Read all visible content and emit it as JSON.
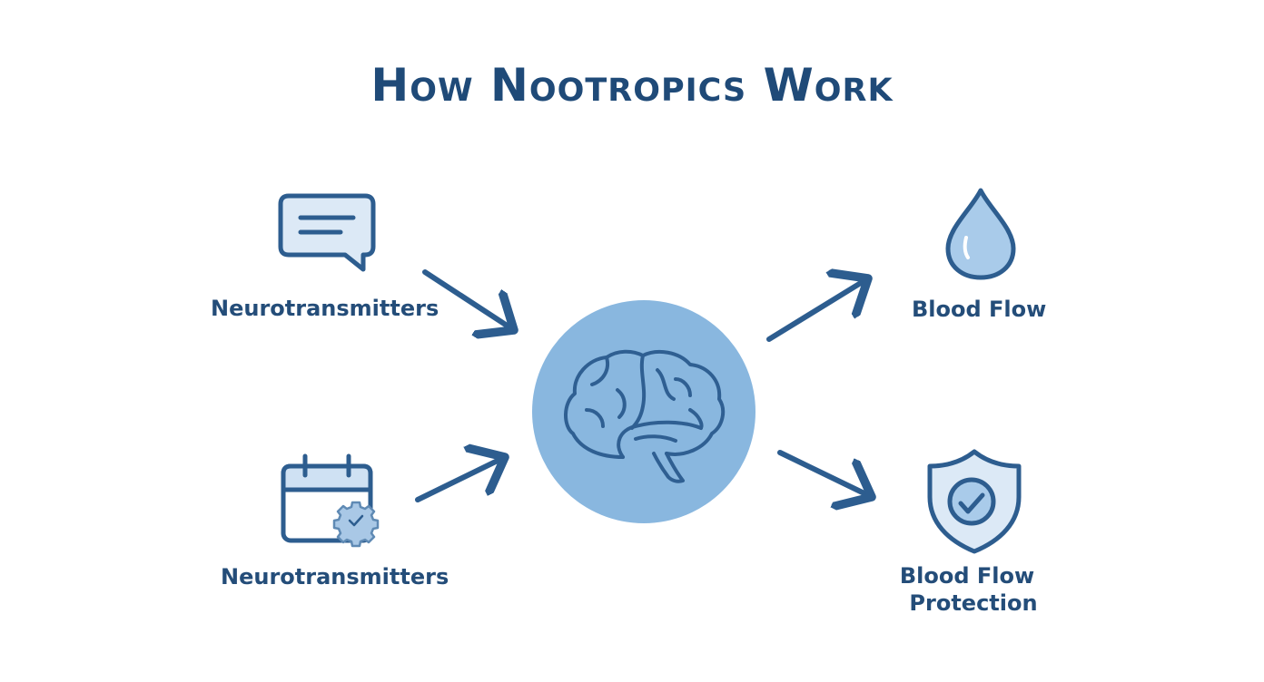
{
  "title": "How Nootropics Work",
  "nodes": {
    "top_left": {
      "label": "Neurotransmitters",
      "icon": "chat-bubble-icon"
    },
    "bottom_left": {
      "label": "Neurotransmitters",
      "icon": "calendar-gear-icon"
    },
    "center": {
      "icon": "brain-icon"
    },
    "top_right": {
      "label": "Blood Flow",
      "icon": "water-drop-icon"
    },
    "bottom_right": {
      "label_line1": "Blood Flow",
      "label_line2": "Protection",
      "icon": "shield-check-icon"
    }
  },
  "colors": {
    "primary": "#2d5d8f",
    "title": "#1f4a78",
    "circle_fill": "#89b7df",
    "icon_fill": "#dce9f6"
  }
}
